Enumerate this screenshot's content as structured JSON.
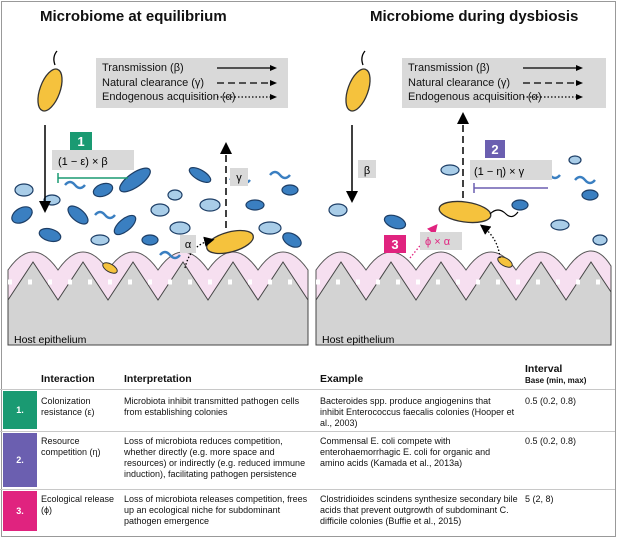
{
  "panels": {
    "left_title": "Microbiome at equilibrium",
    "right_title": "Microbiome during dysbiosis",
    "host_label": "Host epithelium"
  },
  "legend": {
    "transmission": "Transmission (β)",
    "clearance": "Natural clearance (γ)",
    "acquisition": "Endogenous acquisition (α)"
  },
  "labels": {
    "beta": "β",
    "gamma": "γ",
    "alpha": "α",
    "badge1": "1",
    "badge2": "2",
    "badge3": "3",
    "expr1": "(1 − ε) × β",
    "expr2": "(1 − η) × γ",
    "expr3": "ϕ × α"
  },
  "colors": {
    "green": "#1a9a72",
    "purple": "#6b5fb0",
    "pink": "#e0237f",
    "pathogen": "#f5c23d",
    "commensal": "#3a7fc1",
    "commensal_light": "#a9cde8",
    "epithelium": "#f6dff0"
  },
  "table": {
    "headers": {
      "interaction": "Interaction",
      "interpretation": "Interpretation",
      "example": "Example",
      "interval": "Interval",
      "interval_sub": "Base (min, max)"
    },
    "rows": [
      {
        "num": "1.",
        "interaction": "Colonization resistance (ε)",
        "interpretation": "Microbiota inhibit transmitted pathogen cells from establishing colonies",
        "example": "Bacteroides spp. produce angiogenins that inhibit Enterococcus faecalis colonies (Hooper et al., 2003)",
        "interval": "0.5 (0.2, 0.8)"
      },
      {
        "num": "2.",
        "interaction": "Resource competition (η)",
        "interpretation": "Loss of microbiota reduces competition, whether directly (e.g. more space and resources) or indirectly (e.g. reduced immune induction), facilitating pathogen persistence",
        "example": "Commensal E. coli compete with enterohaemorrhagic E. coli for organic and amino acids (Kamada et al., 2013a)",
        "interval": "0.5 (0.2, 0.8)"
      },
      {
        "num": "3.",
        "interaction": "Ecological release (ϕ)",
        "interpretation": "Loss of microbiota releases competition, frees up an ecological niche for subdominant pathogen emergence",
        "example": "Clostridioides scindens synthesize secondary bile acids that prevent outgrowth of subdominant C. difficile colonies (Buffie et al., 2015)",
        "interval": "5 (2, 8)"
      }
    ]
  }
}
